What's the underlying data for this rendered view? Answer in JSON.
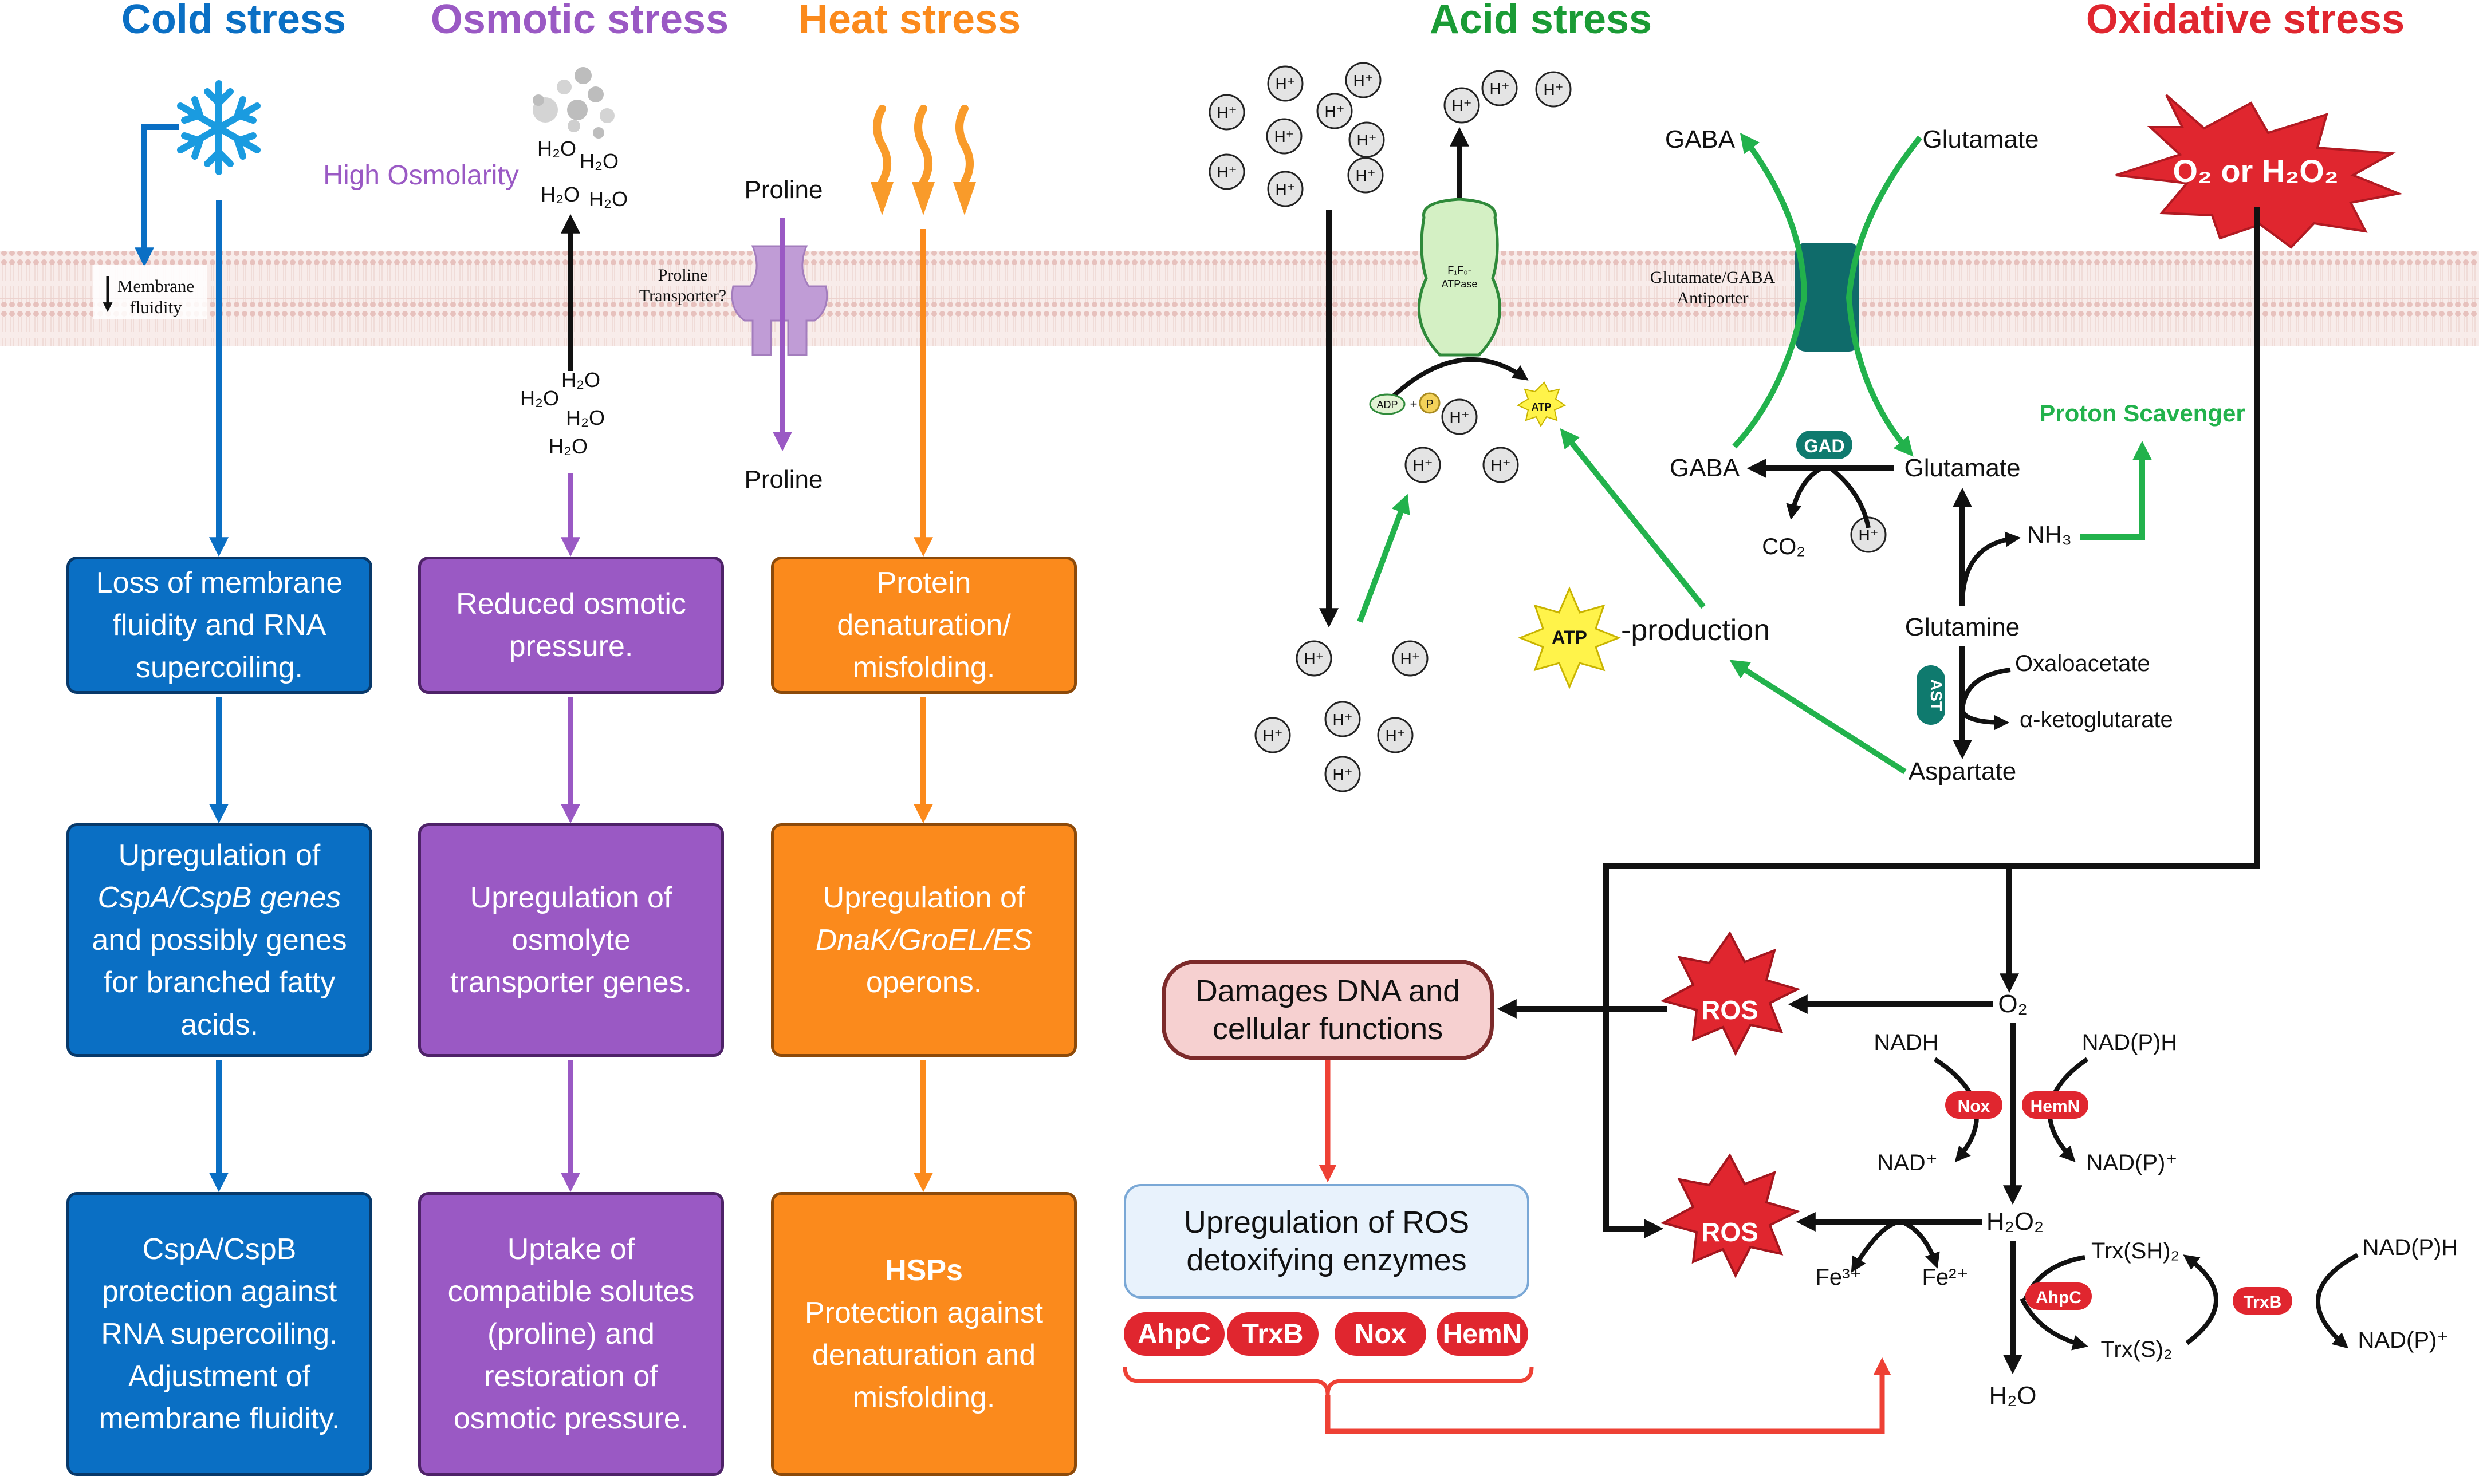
{
  "headers": {
    "cold": "Cold stress",
    "osmotic": "Osmotic stress",
    "heat": "Heat stress",
    "acid": "Acid stress",
    "oxidative": "Oxidative stress"
  },
  "colors": {
    "cold": "#0a6fc4",
    "osmotic": "#9a59c4",
    "heat": "#fb8a1c",
    "acid": "#1a9b35",
    "oxidative": "#e0262f",
    "green_arrow": "#22b24c",
    "red_arrow": "#ee4135"
  },
  "icons": {
    "cold": "snowflake-icon",
    "heat": "heat-wave-icon",
    "oxidative": "starburst-icon",
    "atp": "atp-burst-icon",
    "transporter": "proline-transporter-icon",
    "atpase": "atpase-icon",
    "antiporter": "antiporter-icon"
  },
  "membrane_labels": {
    "membrane_fluidity": [
      "Membrane",
      "fluidity"
    ],
    "high_osmolarity": "High Osmolarity",
    "proline_top": "Proline",
    "proline_bottom": "Proline",
    "proline_transporter": [
      "Proline",
      "Transporter?"
    ],
    "atpase": [
      "F₁F₀-",
      "ATPase"
    ],
    "antiporter": [
      "Glutamate/GABA",
      "Antiporter"
    ]
  },
  "cold_boxes": [
    [
      "Loss of membrane",
      "fluidity and RNA",
      "supercoiling."
    ],
    [
      "Upregulation of",
      "CspA/CspB genes",
      "and possibly genes",
      "for branched fatty",
      "acids."
    ],
    [
      "CspA/CspB",
      "protection against",
      "RNA supercoiling.",
      "Adjustment of",
      "membrane fluidity."
    ]
  ],
  "osmotic_boxes": [
    [
      "Reduced osmotic",
      "pressure."
    ],
    [
      "Upregulation of",
      "osmolyte",
      "transporter genes."
    ],
    [
      "Uptake of",
      "compatible solutes",
      "(proline) and",
      "restoration of",
      "osmotic pressure."
    ]
  ],
  "heat_boxes": [
    [
      "Protein",
      "denaturation/",
      "misfolding."
    ],
    [
      "Upregulation of",
      "DnaK/GroEL/ES",
      "operons."
    ],
    [
      "HSPs",
      "Protection against",
      "denaturation and",
      "misfolding."
    ]
  ],
  "acid": {
    "proton": "H⁺",
    "adp": "ADP",
    "plus": "+",
    "pi": "P",
    "atp": "ATP",
    "atp_production": "-production",
    "gaba_top": "GABA",
    "glutamate_top": "Glutamate",
    "gaba": "GABA",
    "glutamate": "Glutamate",
    "gad": "GAD",
    "co2": "CO₂",
    "proton_scavenger": "Proton Scavenger",
    "nh3": "NH₃",
    "glutamine": "Glutamine",
    "ast": "AST",
    "oxaloacetate": "Oxaloacetate",
    "ketoglutarate": "α-ketoglutarate",
    "aspartate": "Aspartate"
  },
  "oxidative": {
    "trigger": "O₂ or H₂O₂",
    "ros": "ROS",
    "o2": "O₂",
    "h2o2": "H₂O₂",
    "h2o": "H₂O",
    "nadh": "NADH",
    "nadph_top": "NAD(P)H",
    "nox": "Nox",
    "hemn": "HemN",
    "nad_plus": "NAD⁺",
    "nadp_plus": "NAD(P)⁺",
    "fe3": "Fe³⁺",
    "fe2": "Fe²⁺",
    "trx_sh2": "Trx(SH)₂",
    "trx_s2": "Trx(S)₂",
    "ahpc": "AhpC",
    "trxb": "TrxB",
    "nadph_right": "NAD(P)H",
    "nadp_plus_right": "NAD(P)⁺",
    "damage": [
      "Damages DNA and",
      "cellular functions"
    ],
    "upregulation": [
      "Upregulation of ROS",
      "detoxifying enzymes"
    ],
    "enzymes": [
      "AhpC",
      "TrxB",
      "Nox",
      "HemN"
    ]
  },
  "water": "H₂O"
}
